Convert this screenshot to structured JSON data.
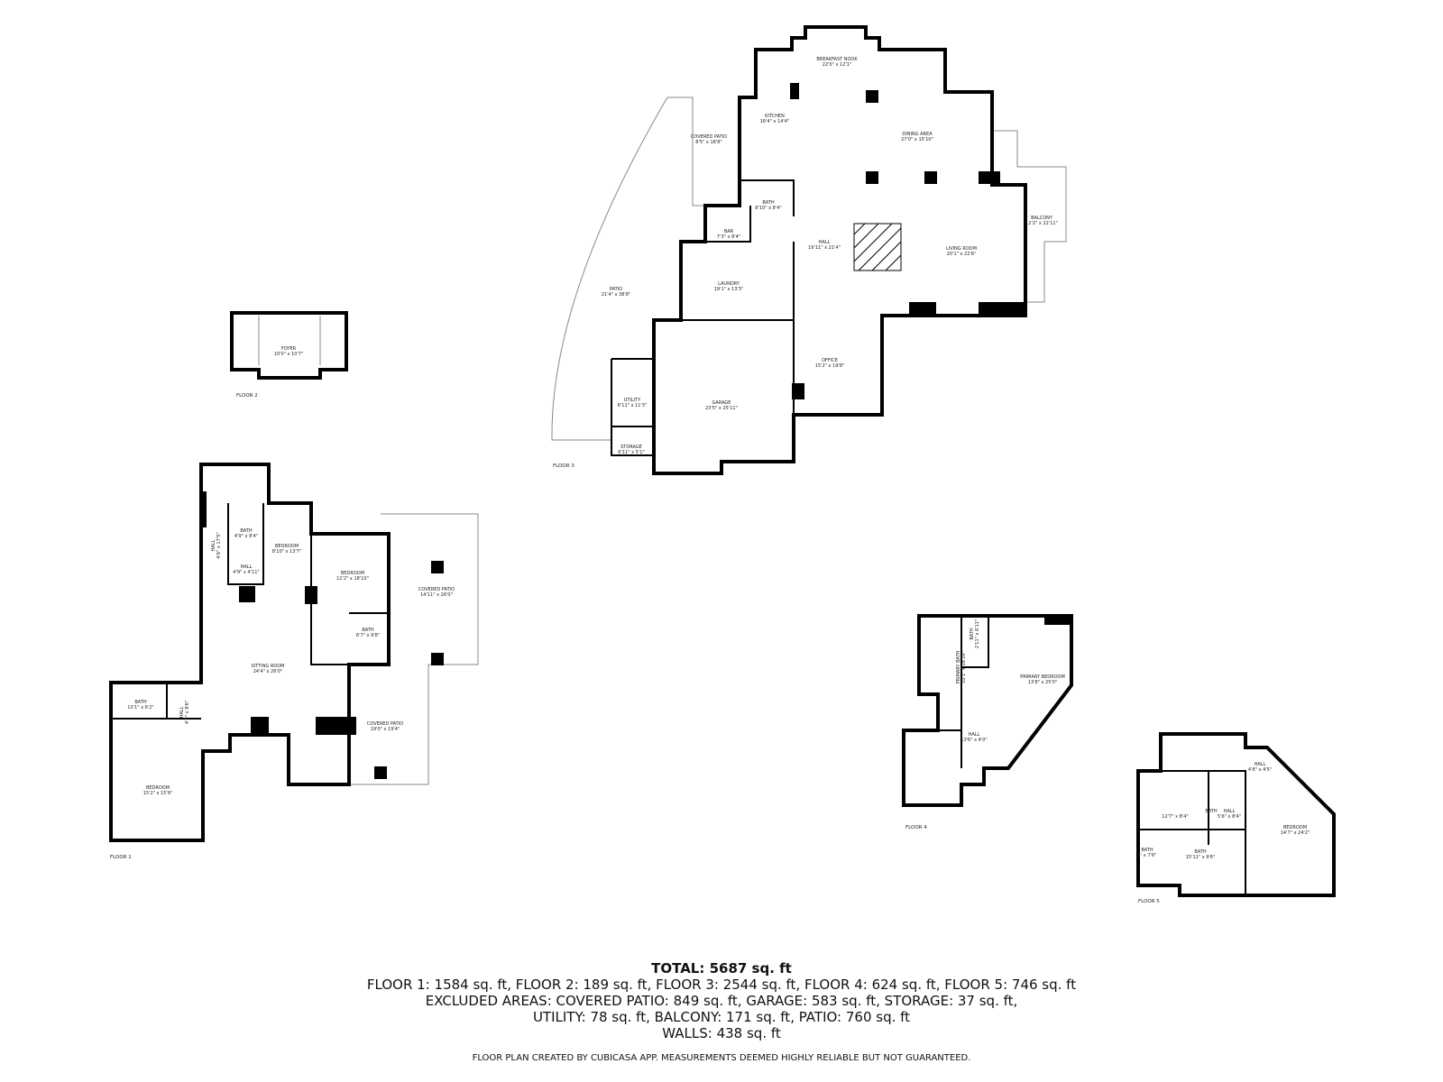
{
  "floors": {
    "floor1": {
      "label": "FLOOR 1",
      "rooms": [
        {
          "name": "HALL",
          "dims": "4'6\" x 17'5\""
        },
        {
          "name": "BATH",
          "dims": "4'9\" x 8'4\""
        },
        {
          "name": "BEDROOM",
          "dims": "8'10\" x 13'7\""
        },
        {
          "name": "HALL",
          "dims": "4'9\" x 4'11\""
        },
        {
          "name": "BEDROOM",
          "dims": "12'2\" x 18'10\""
        },
        {
          "name": "COVERED PATIO",
          "dims": "14'11\" x 26'0\""
        },
        {
          "name": "BATH",
          "dims": "6'7\" x 9'8\""
        },
        {
          "name": "SITTING ROOM",
          "dims": "24'4\" x 26'0\""
        },
        {
          "name": "BATH",
          "dims": "10'1\" x 6'2\""
        },
        {
          "name": "HALL",
          "dims": "4'8\" x 9'6\""
        },
        {
          "name": "COVERED PATIO",
          "dims": "19'0\" x 19'4\""
        },
        {
          "name": "BEDROOM",
          "dims": "15'2\" x 15'9\""
        }
      ]
    },
    "floor2": {
      "label": "FLOOR 2",
      "rooms": [
        {
          "name": "FOYER",
          "dims": "10'0\" x 10'7\""
        }
      ]
    },
    "floor3": {
      "label": "FLOOR 3",
      "rooms": [
        {
          "name": "BREAKFAST NOOK",
          "dims": "22'0\" x 12'1\""
        },
        {
          "name": "KITCHEN",
          "dims": "16'4\" x 14'4\""
        },
        {
          "name": "COVERED PATIO",
          "dims": "8'5\" x 18'8\""
        },
        {
          "name": "DINING AREA",
          "dims": "27'0\" x 15'10\""
        },
        {
          "name": "BALCONY",
          "dims": "12'2\" x 22'11\""
        },
        {
          "name": "BATH",
          "dims": "8'10\" x 8'4\""
        },
        {
          "name": "BAR",
          "dims": "7'3\" x 8'4\""
        },
        {
          "name": "HALL",
          "dims": "19'11\" x 21'4\""
        },
        {
          "name": "LIVING ROOM",
          "dims": "20'1\" x 22'6\""
        },
        {
          "name": "PATIO",
          "dims": "21'4\" x 38'8\""
        },
        {
          "name": "LAUNDRY",
          "dims": "19'1\" x 13'3\""
        },
        {
          "name": "OFFICE",
          "dims": "15'2\" x 19'8\""
        },
        {
          "name": "UTILITY",
          "dims": "6'11\" x 11'3\""
        },
        {
          "name": "GARAGE",
          "dims": "23'5\" x 25'11\""
        },
        {
          "name": "STORAGE",
          "dims": "6'11\" x 5'1\""
        }
      ]
    },
    "floor4": {
      "label": "FLOOR 4",
      "rooms": [
        {
          "name": "PRIMARY BATH",
          "dims": "10'1\" x 18'10\""
        },
        {
          "name": "BATH",
          "dims": "2'11\" x 6'11\""
        },
        {
          "name": "PRIMARY BEDROOM",
          "dims": "13'8\" x 25'0\""
        },
        {
          "name": "HALL",
          "dims": "13'6\" x 4'0\""
        }
      ]
    },
    "floor5": {
      "label": "FLOOR 5",
      "rooms": [
        {
          "name": "HALL",
          "dims": "4'8\" x 4'5\""
        },
        {
          "name": "BATH",
          "dims": "12'7\" x 8'4\""
        },
        {
          "name": "HALL",
          "dims": "5'6\" x 8'4\""
        },
        {
          "name": "BEDROOM",
          "dims": "14'7\" x 24'2\""
        },
        {
          "name": "BATH",
          "dims": "4' x 7'6\""
        },
        {
          "name": "BATH",
          "dims": "15'11\" x 9'6\""
        }
      ]
    }
  },
  "summary": {
    "total": "TOTAL: 5687 sq. ft",
    "floors_line": "FLOOR 1: 1584 sq. ft, FLOOR 2: 189 sq. ft, FLOOR 3: 2544 sq. ft, FLOOR 4: 624 sq. ft, FLOOR 5: 746 sq. ft",
    "excluded_line1": "EXCLUDED AREAS: COVERED PATIO: 849 sq. ft, GARAGE: 583 sq. ft, STORAGE: 37 sq. ft,",
    "excluded_line2": "UTILITY: 78 sq. ft, BALCONY: 171 sq. ft, PATIO: 760 sq. ft",
    "walls": "WALLS: 438 sq. ft"
  },
  "credit": "FLOOR PLAN CREATED BY CUBICASA APP. MEASUREMENTS DEEMED HIGHLY RELIABLE BUT NOT GUARANTEED."
}
